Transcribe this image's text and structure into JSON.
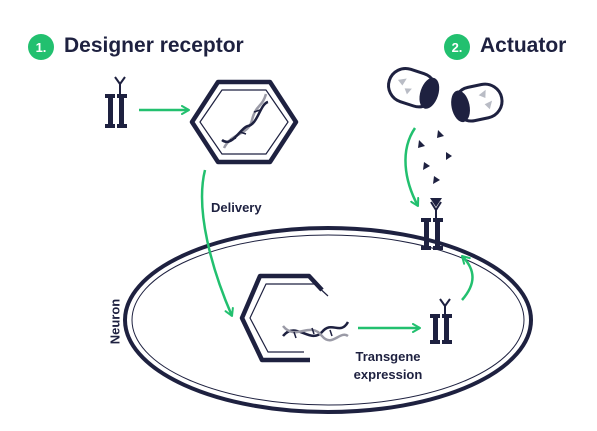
{
  "steps": [
    {
      "number": "1.",
      "title": "Designer receptor"
    },
    {
      "number": "2.",
      "title": "Actuator"
    }
  ],
  "labels": {
    "delivery": "Delivery",
    "neuron": "Neuron",
    "transgene_line1": "Transgene",
    "transgene_line2": "expression"
  },
  "colors": {
    "accent": "#22c06f",
    "ink": "#1e2140",
    "dna_strand": "#9a9aa6"
  }
}
